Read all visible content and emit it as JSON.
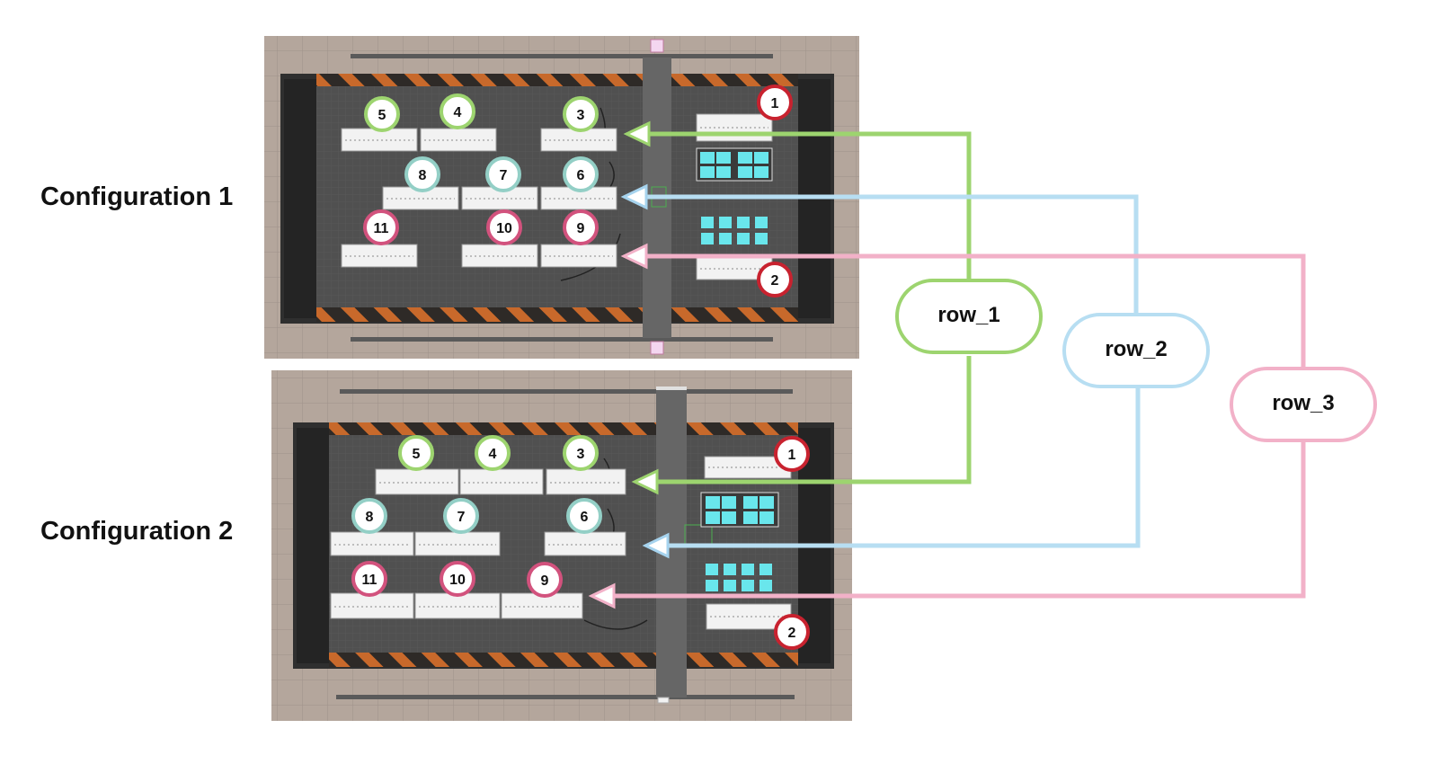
{
  "configurations": [
    {
      "label": "Configuration 1",
      "items": [
        {
          "id": "1",
          "row": "side"
        },
        {
          "id": "2",
          "row": "side"
        },
        {
          "id": "3",
          "row": "row_1"
        },
        {
          "id": "4",
          "row": "row_1"
        },
        {
          "id": "5",
          "row": "row_1"
        },
        {
          "id": "6",
          "row": "row_2"
        },
        {
          "id": "7",
          "row": "row_2"
        },
        {
          "id": "8",
          "row": "row_2"
        },
        {
          "id": "9",
          "row": "row_3"
        },
        {
          "id": "10",
          "row": "row_3"
        },
        {
          "id": "11",
          "row": "row_3"
        }
      ]
    },
    {
      "label": "Configuration 2",
      "items": [
        {
          "id": "1",
          "row": "side"
        },
        {
          "id": "2",
          "row": "side"
        },
        {
          "id": "3",
          "row": "row_1"
        },
        {
          "id": "4",
          "row": "row_1"
        },
        {
          "id": "5",
          "row": "row_1"
        },
        {
          "id": "6",
          "row": "row_2"
        },
        {
          "id": "7",
          "row": "row_2"
        },
        {
          "id": "8",
          "row": "row_2"
        },
        {
          "id": "9",
          "row": "row_3"
        },
        {
          "id": "10",
          "row": "row_3"
        },
        {
          "id": "11",
          "row": "row_3"
        }
      ]
    }
  ],
  "rows": [
    {
      "key": "row_1",
      "label": "row_1",
      "color": "#9dd46f"
    },
    {
      "key": "row_2",
      "label": "row_2",
      "color": "#b7def2"
    },
    {
      "key": "row_3",
      "label": "row_3",
      "color": "#f2b1c8"
    }
  ],
  "colors": {
    "side": "#c8222f",
    "row_1": "#9dd46f",
    "row_2": "#93cfc6",
    "row_3": "#d2527d",
    "background": "#ffffff",
    "floor": "#b3a49a",
    "arena": "#4b4b4b",
    "rail": "#646464",
    "hazard_orange": "#c8692b",
    "table": "#f2f2f2",
    "cyan_box": "#69e6ec"
  }
}
